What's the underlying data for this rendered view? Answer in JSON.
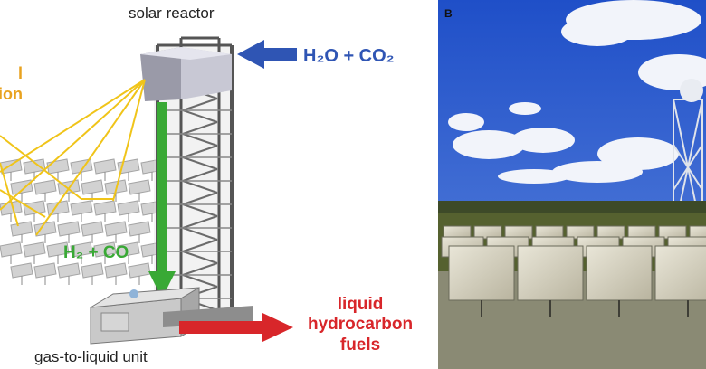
{
  "labels": {
    "solar_reactor": "solar reactor",
    "h2o_co2": "H₂O + CO₂",
    "h2_co": "H₂ + CO",
    "concentrated_radiation": [
      "l",
      "ion"
    ],
    "liquid_fuels": [
      "liquid",
      "hydrocarbon",
      "fuels"
    ],
    "gas_to_liquid": "gas-to-liquid unit",
    "panel_b": "B"
  },
  "colors": {
    "radiation": "#f0c419",
    "radiation_text": "#e8a21f",
    "feed_arrow": "#2f55b4",
    "syngas_arrow": "#39a935",
    "fuel_arrow": "#d8262a",
    "sky": "#2d5fd4",
    "ground": "#4d5a2c"
  }
}
